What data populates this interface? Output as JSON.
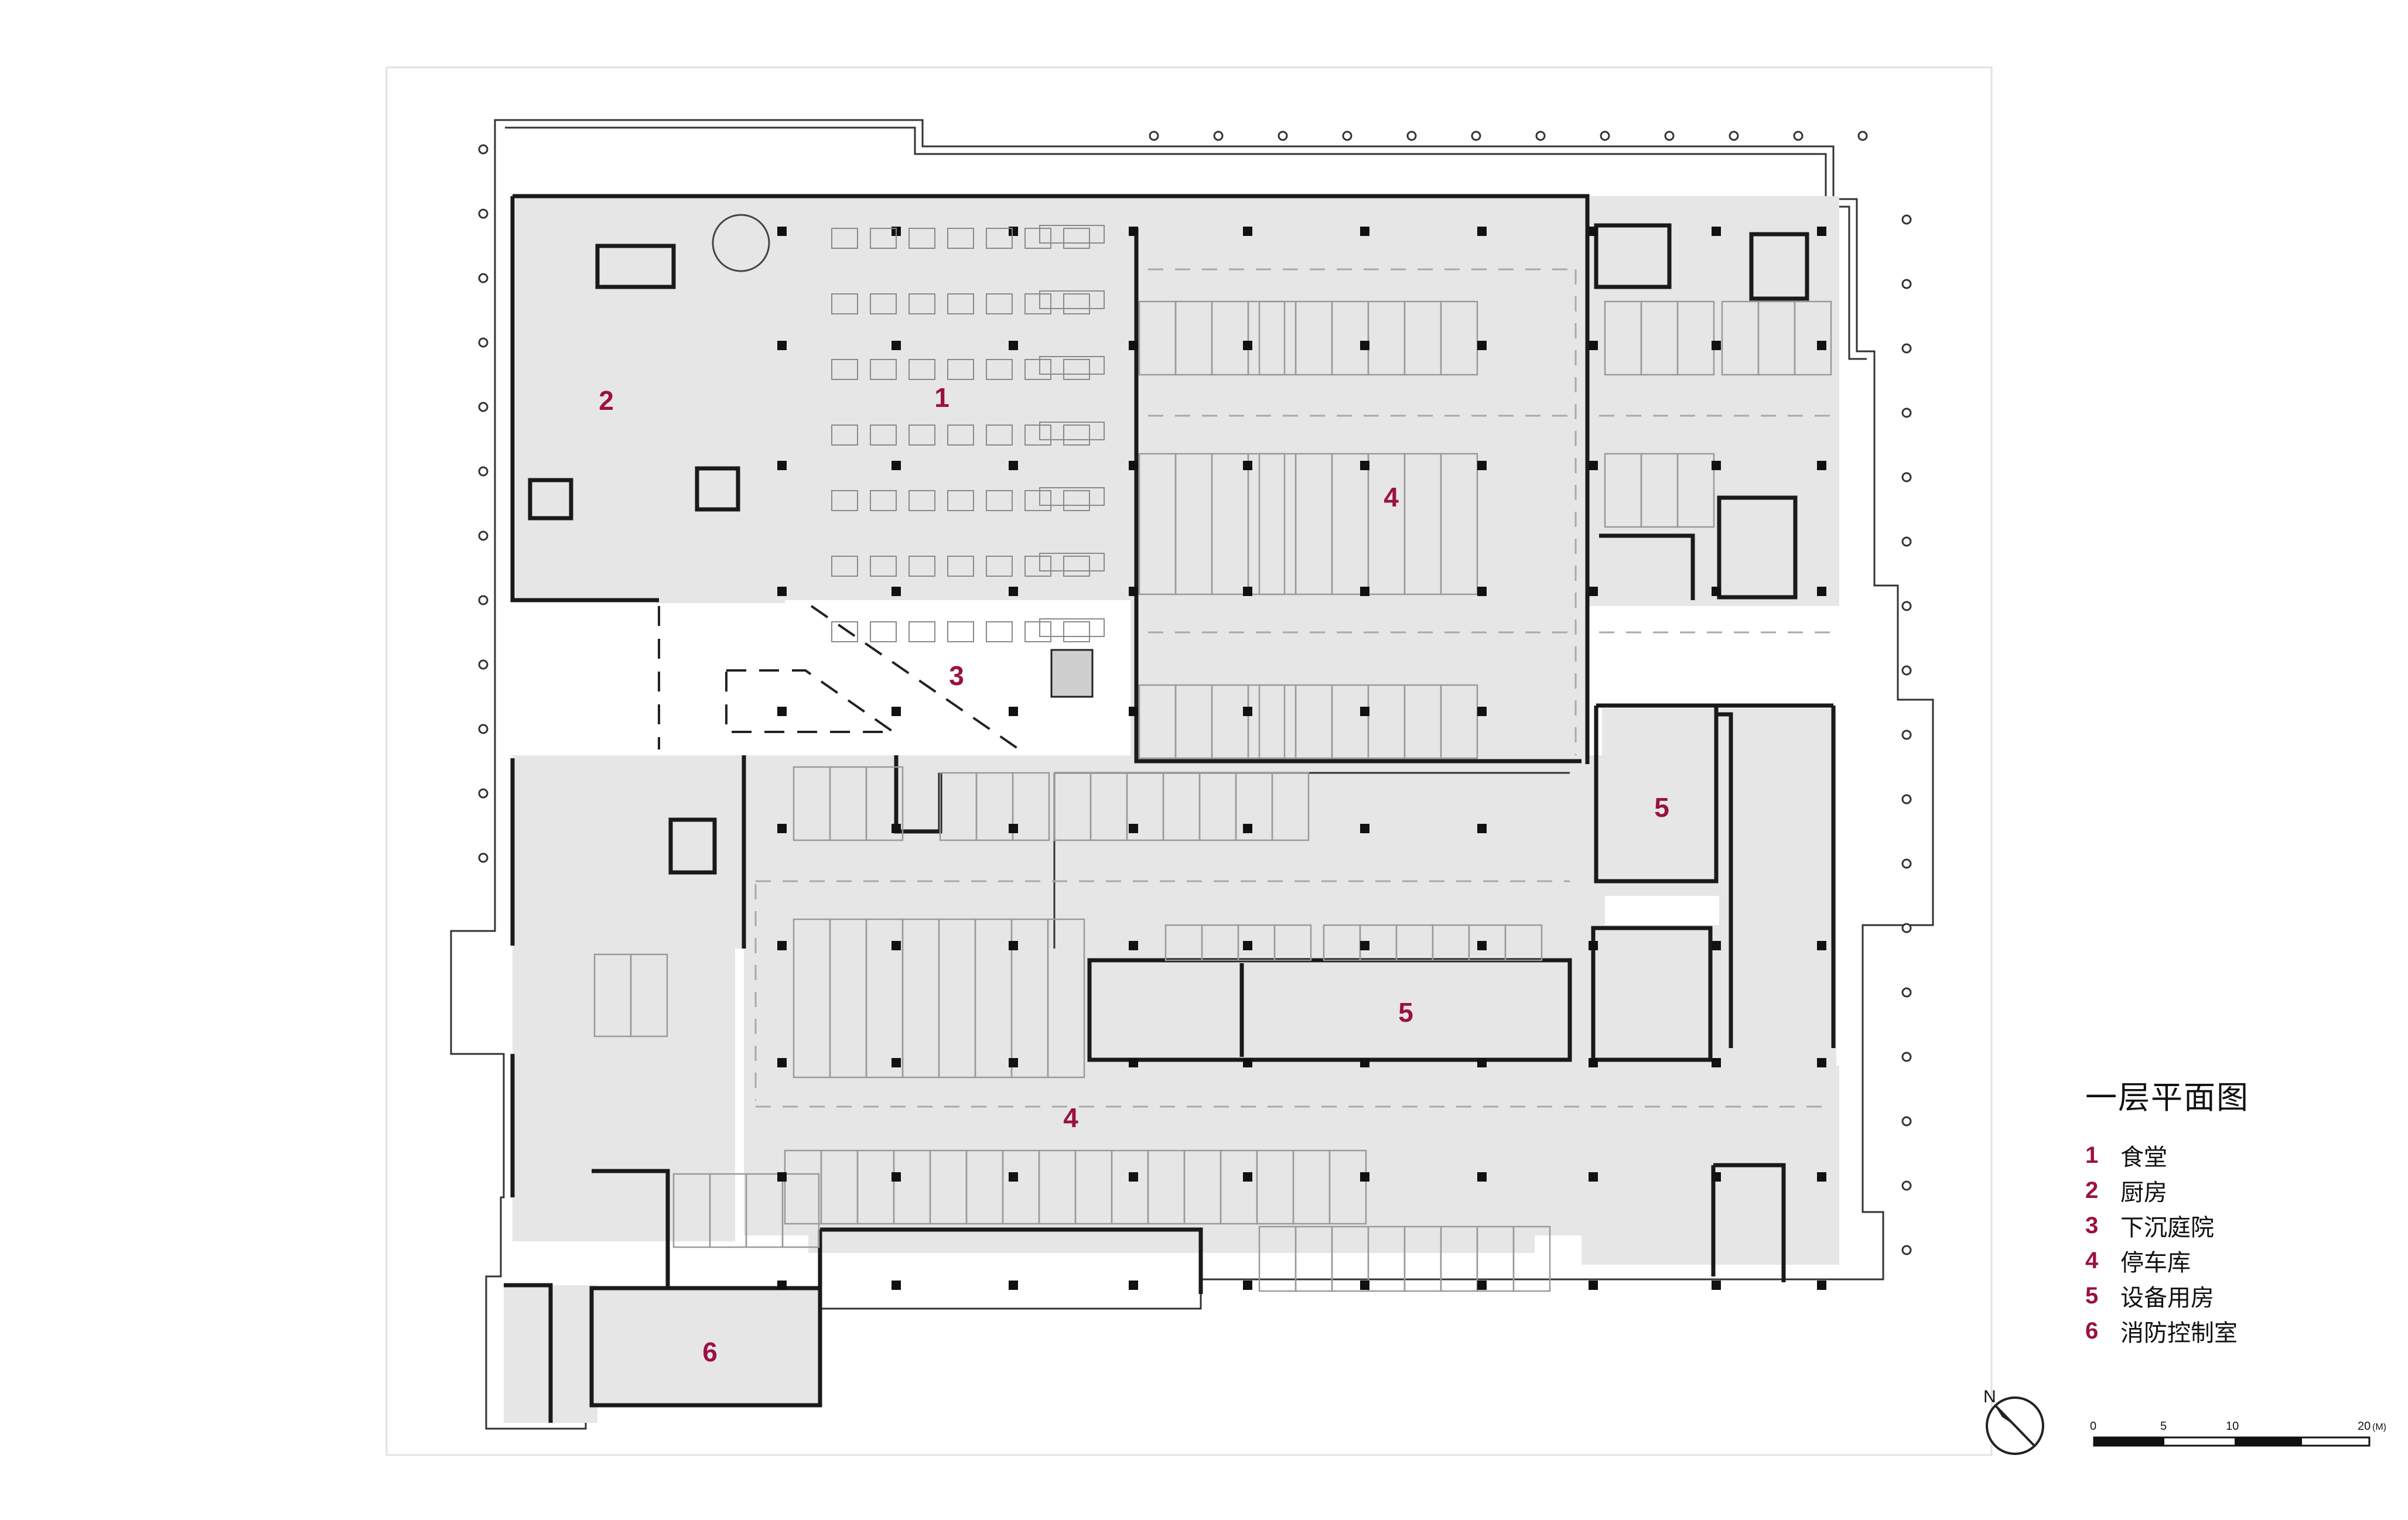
{
  "title": "一层平面图",
  "legend": [
    {
      "number": "1",
      "label": "食堂"
    },
    {
      "number": "2",
      "label": "厨房"
    },
    {
      "number": "3",
      "label": "下沉庭院"
    },
    {
      "number": "4",
      "label": "停车库"
    },
    {
      "number": "5",
      "label": "设备用房"
    },
    {
      "number": "6",
      "label": "消防控制室"
    }
  ],
  "scale_bar": {
    "ticks": [
      "0",
      "5",
      "10",
      "20"
    ],
    "unit_suffix": "(M)"
  },
  "north_label": "N",
  "colors": {
    "accent": "#9b1042",
    "room_fill": "#e6e6e6",
    "wall": "#1a1a1a"
  }
}
